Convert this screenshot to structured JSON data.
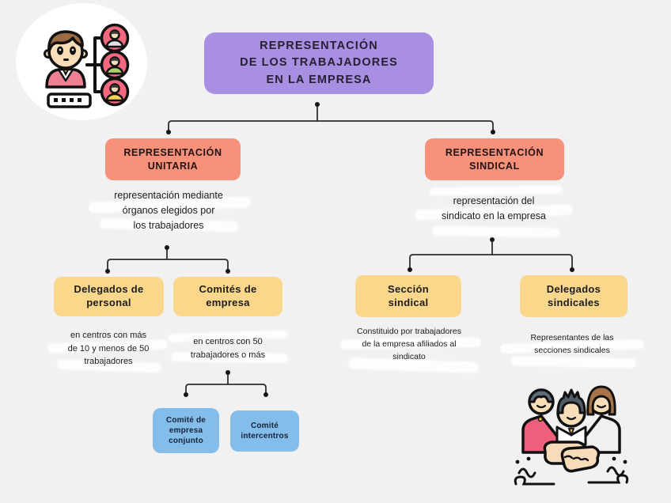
{
  "root": {
    "title": "REPRESENTACIÓN\nDE LOS TRABAJADORES\nEN LA EMPRESA"
  },
  "branches": {
    "unitaria": {
      "title": "REPRESENTACIÓN\nUNITARIA",
      "description": "representación mediante\nórganos elegidos por\nlos trabajadores",
      "children": [
        {
          "title": "Delegados de\npersonal",
          "description": "en centros con más\nde 10 y menos de 50\ntrabajadores"
        },
        {
          "title": "Comités de\nempresa",
          "description": "en centros con 50\ntrabajadores o más",
          "children": [
            {
              "title": "Comité de\nempresa\nconjunto"
            },
            {
              "title": "Comité\nintercentros"
            }
          ]
        }
      ]
    },
    "sindical": {
      "title": "REPRESENTACIÓN\nSINDICAL",
      "description": "representación del\nsindicato en la empresa",
      "children": [
        {
          "title": "Sección\nsindical",
          "description": "Constituido por trabajadores\nde la empresa afiliados al\nsindicato"
        },
        {
          "title": "Delegados\nsindicales",
          "description": "Representantes de las\nsecciones sindicales"
        }
      ]
    }
  },
  "illustrations": {
    "top_left": "org-chart-manager-illustration",
    "bottom_right": "teamwork-handshake-illustration"
  },
  "colors": {
    "background": "#f1f1f2",
    "node_root": "#a98fe2",
    "node_level1": "#f7917a",
    "node_level2": "#fbd78c",
    "node_level3": "#84bde9",
    "connector": "#2e2e2e",
    "highlight": "#ffffff",
    "illustration_pink": "#ed6080",
    "illustration_skin": "#f7dcb6",
    "illustration_hair_brown": "#9c6b43"
  }
}
